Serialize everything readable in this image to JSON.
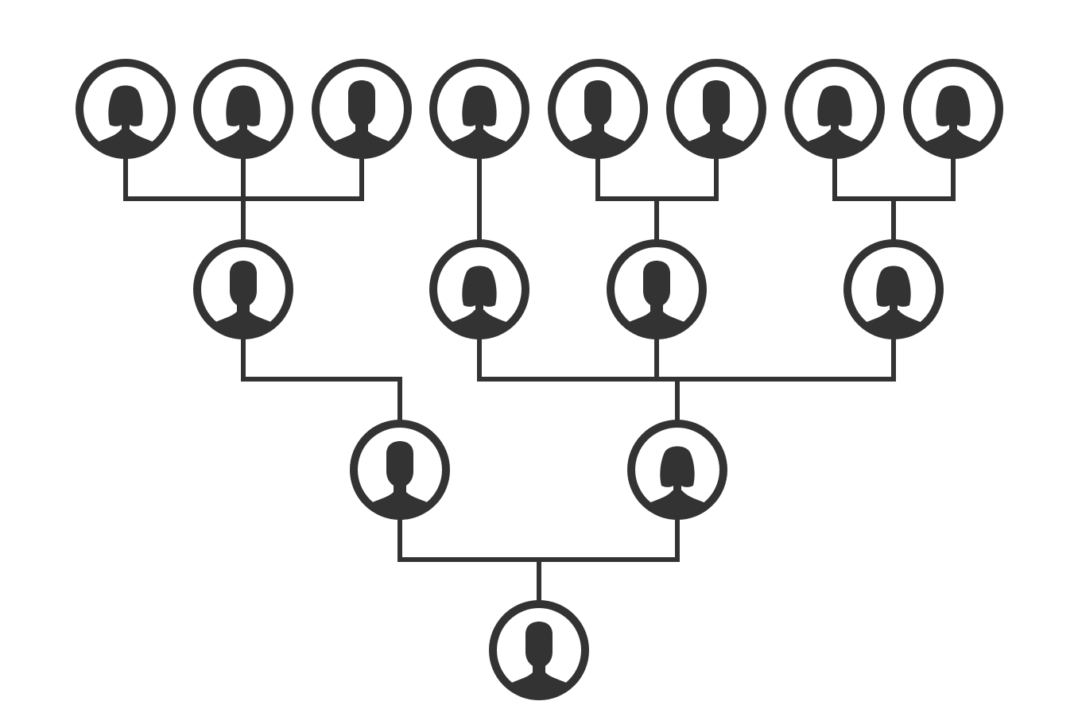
{
  "palette": {
    "background": "#ffffff",
    "ink": "#333333"
  },
  "people": [
    {
      "id": "g1-1",
      "generation": 1,
      "gender": "female",
      "icon": "female-person-icon"
    },
    {
      "id": "g1-2",
      "generation": 1,
      "gender": "female",
      "icon": "female-person-icon"
    },
    {
      "id": "g1-3",
      "generation": 1,
      "gender": "male",
      "icon": "male-person-icon"
    },
    {
      "id": "g1-4",
      "generation": 1,
      "gender": "female",
      "icon": "female-person-icon"
    },
    {
      "id": "g1-5",
      "generation": 1,
      "gender": "male",
      "icon": "male-person-icon"
    },
    {
      "id": "g1-6",
      "generation": 1,
      "gender": "male",
      "icon": "male-person-icon"
    },
    {
      "id": "g1-7",
      "generation": 1,
      "gender": "female",
      "icon": "female-person-icon"
    },
    {
      "id": "g1-8",
      "generation": 1,
      "gender": "female",
      "icon": "female-person-icon"
    },
    {
      "id": "g2-1",
      "generation": 2,
      "gender": "male",
      "icon": "male-person-icon"
    },
    {
      "id": "g2-2",
      "generation": 2,
      "gender": "female",
      "icon": "female-person-icon"
    },
    {
      "id": "g2-3",
      "generation": 2,
      "gender": "male",
      "icon": "male-person-icon"
    },
    {
      "id": "g2-4",
      "generation": 2,
      "gender": "female",
      "icon": "female-person-icon"
    },
    {
      "id": "g3-1",
      "generation": 3,
      "gender": "male",
      "icon": "male-person-icon"
    },
    {
      "id": "g3-2",
      "generation": 3,
      "gender": "female",
      "icon": "female-person-icon"
    },
    {
      "id": "g4-1",
      "generation": 4,
      "gender": "male",
      "icon": "male-person-icon"
    }
  ],
  "links": [
    {
      "parents": [
        "g1-1",
        "g1-2",
        "g1-3"
      ],
      "child": "g2-1"
    },
    {
      "parents": [
        "g1-4"
      ],
      "child": "g2-2"
    },
    {
      "parents": [
        "g1-5",
        "g1-6"
      ],
      "child": "g2-3"
    },
    {
      "parents": [
        "g1-7",
        "g1-8"
      ],
      "child": "g2-4"
    },
    {
      "parents": [
        "g2-1"
      ],
      "child": "g3-1"
    },
    {
      "parents": [
        "g2-2",
        "g2-3",
        "g2-4"
      ],
      "child": "g3-2"
    },
    {
      "parents": [
        "g3-1",
        "g3-2"
      ],
      "child": "g4-1"
    }
  ]
}
